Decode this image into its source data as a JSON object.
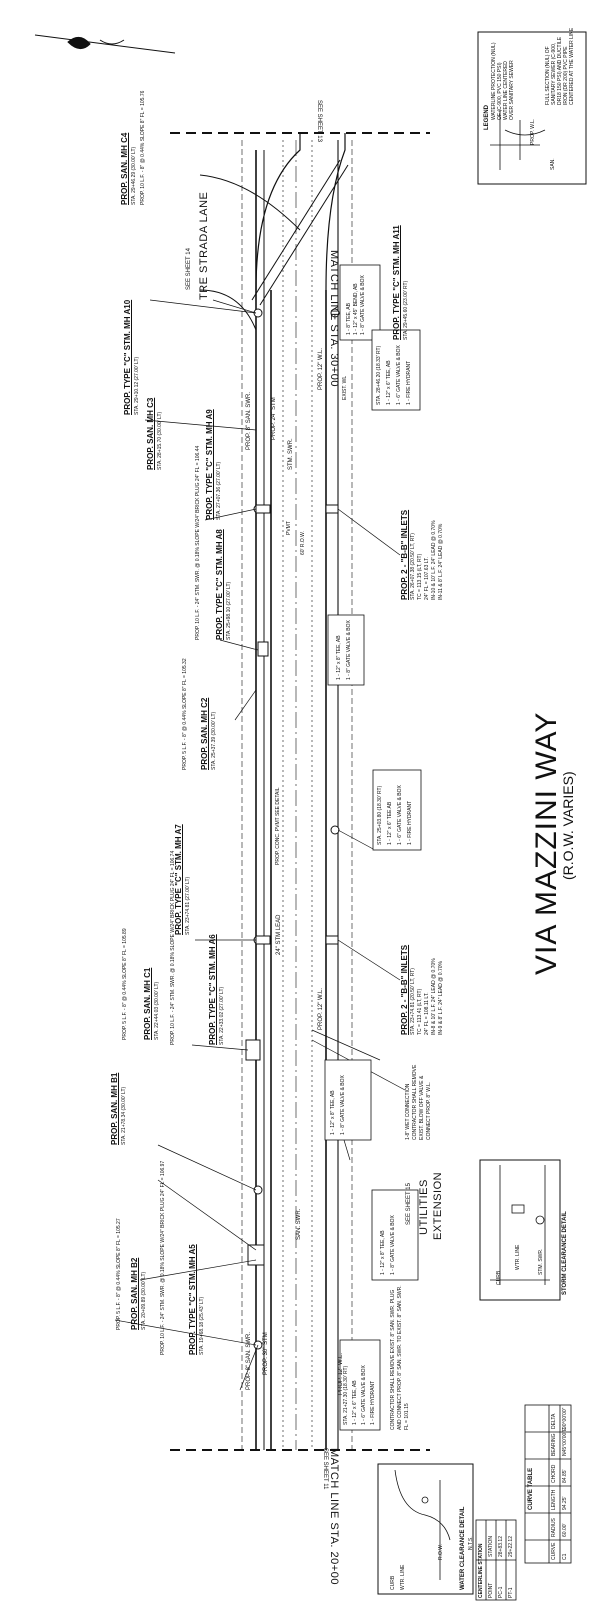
{
  "street": {
    "name": "VIA MAZZINI WAY",
    "row": "(R.O.W. VARIES)"
  },
  "side_street": {
    "name": "TRE STRADA LANE",
    "see_sheet": "SEE SHEET 14"
  },
  "match_lines": {
    "top": {
      "label": "MATCH LINE STA. 30+00",
      "see": "SEE SHEET 13"
    },
    "bottom": {
      "label": "MATCH LINE STA. 20+00",
      "see": "SEE SHEET 11"
    }
  },
  "see_sheet_15": {
    "line1": "SEE SHEET 15",
    "line2": "UTILITIES",
    "line3": "EXTENSION"
  },
  "callouts": [
    {
      "title": "PROP. SAN. MH C4",
      "sub": "STA. 29+46.29 (30.00' LT)",
      "note": "PROP. 10 L.F. - 8\" @ 0.44% SLOPE  8\" FL = 105.76"
    },
    {
      "title": "PROP. TYPE \"C\" STM. MH A10",
      "sub": "STA. 29+10.12 (27.00' LT)"
    },
    {
      "title": "PROP. SAN. MH C3",
      "sub": "STA. 28+15.70 (30.00' LT)"
    },
    {
      "title": "PROP. TYPE \"C\" STM. MH A9",
      "sub": "STA. 27+07.36 (27.00' LT)"
    },
    {
      "title": "PROP. TYPE \"C\" STM. MH A8",
      "sub": "STA. 25+98.10 (27.00' LT)",
      "note": "PROP. 10 L.F. - 24\" STM. SWR. @ 0.18% SLOPE W/24\" BRICK PLUG  24\" FL = 106.44"
    },
    {
      "title": "PROP. SAN. MH C2",
      "sub": "STA. 25+37.39 (30.00' LT)",
      "note": "PROP. 5 L.F. - 8\" @ 0.44% SLOPE  8\" FL = 105.32"
    },
    {
      "title": "PROP. TYPE \"C\" STM. MH A7",
      "sub": "STA. 23+74.81 (27.00' LT)"
    },
    {
      "title": "PROP. SAN. MH C1",
      "sub": "STA. 22+44.03 (30.00' LT)",
      "note": "PROP. 5 L.F. - 8\" @ 0.44% SLOPE  8\" FL = 105.89"
    },
    {
      "title": "PROP. TYPE \"C\" STM. MH A6",
      "sub": "STA. 22+33.02 (27.00' LT)",
      "note": "PROP. 10 L.F. - 24\" STM. SWR. @ 0.18% SLOPE W/24\" BRICK PLUG  24\" FL = 106.74"
    },
    {
      "title": "PROP. SAN. MH B1",
      "sub": "STA. 21+78.34 (30.00' LT)"
    },
    {
      "title": "PROP. SAN. MH B2",
      "sub": "STA. 20+09.89 (30.00' LT)",
      "note": "PROP. 5 L.F. - 8\" @ 0.44% SLOPE  8\" FL = 105.27"
    },
    {
      "title": "PROP. TYPE \"C\" STM. MH A5",
      "sub": "STA. 19+68.18 (25.43' LT)",
      "note": "PROP. 10 L.F. - 24\" STM. SWR. @ 0.18% SLOPE W/24\" BRICK PLUG  24\" FL = 106.97"
    },
    {
      "title": "PROP. TYPE \"C\" STM. MH A11",
      "sub": "STA. 29+45.60 (23.00' RT)"
    }
  ],
  "inlets": [
    {
      "title": "PROP. 2 - \"B-B\" INLETS",
      "sub": "STA. 26+07.38 (20.50' LT, RT)",
      "rows": [
        "TC = 113.15 (LT, RT)",
        "24\" FL = 107.63 LT.",
        "IN-10 & 10' L.F. 24\" LEAD @ 0.70%",
        "IN-11 & 8' L.F. 24\" LEAD @ 0.70%"
      ]
    },
    {
      "title": "PROP. 2 - \"B-B\" INLETS",
      "sub": "STA. 23+74.81 (20.50' LT, RT)",
      "rows": [
        "TC = 113.41 (LT, RT)",
        "24\" FL = 108.11 LT.",
        "IN-8 & 10' L.F. 24\" LEAD @ 0.70%",
        "IN-9 & 8' L.F. 24\" LEAD @ 0.70%"
      ]
    }
  ],
  "water_boxes": [
    {
      "rows": [
        "1 - 8\" TEE, AB",
        "1 - 12\" x 45\" BEND, AB",
        "1 - 8\" GATE VALVE & BOX"
      ]
    },
    {
      "rows": [
        "STA. 28+46.20 (18.33' RT)",
        "1 - 12\" x 6\" TEE, AB",
        "1 - 6\" GATE VALVE & BOX",
        "1 - FIRE HYDRANT"
      ]
    },
    {
      "rows": [
        "1 - 12\" x 8\" TEE, AB",
        "1 - 8\" GATE VALVE & BOX"
      ]
    },
    {
      "rows": [
        "STA. 25+03.80 (18.30' RT)",
        "1 - 12\" x 6\" TEE AB",
        "1 - 6\" GATE VALVE & BOX",
        "1 - FIRE HYDRANT"
      ]
    },
    {
      "rows": [
        "1 - 12\" x 8\" TEE, AB",
        "1 - 8\" GATE VALVE & BOX"
      ]
    },
    {
      "rows": [
        "1-8\" WET CONNECTION",
        "CONTRACTOR SHALL REMOVE",
        "EXIST. BLOW OFF VALVE &",
        "CONNECT PROP. 8\" W.L."
      ]
    },
    {
      "rows": [
        "STA. 21+27.30 (18.30' RT)",
        "1 - 12\" x 6\" TEE, AB",
        "1 - 6\" GATE VALVE & BOX",
        "1 - FIRE HYDRANT"
      ]
    },
    {
      "rows": [
        "1 - 12\" x 8\" TEE, AB",
        "1 - 8\" GATE VALVE & BOX"
      ]
    }
  ],
  "contractor_note": "CONTRACTOR SHALL REMOVE EXIST. 8\" SAN. SWR. PLUG AND CONNECT PROP. 8\" SAN. SWR. TO EXIST. 8\" SAN. SWR. FL = 101.15",
  "linework_labels": {
    "wl_12": "PROP. 12\" W.L.",
    "san_8": "PROP. 8\" SAN. SWR.",
    "stm_24": "PROP. 24\" STM",
    "stm_30": "PROP. 30\" STM",
    "san_swr": "SAN. SWR.",
    "stm_swr": "STM. SWR.",
    "row60": "60' R.O.W.",
    "pvmt": "PVMT",
    "lead": "24\" STM LEAD",
    "pvmt_note": "PROP. CONC. PVMT SEE DETAIL",
    "exist_wl": "EXIST. WL"
  },
  "legend": {
    "title": "LEGEND",
    "lines": [
      "WATERLINE PROTECTION (NUL)",
      "OF (C-900, PVC 150 PSI)",
      "WATER LINE CENTERED",
      "OVER SANITARY SEWER",
      "PROP. W.L.",
      "FULL SECTION (NUL) OF",
      "SANITARY SEWER (C-900,",
      "DR18 150 PSI) AND DUCTILE",
      "IRON (DR 200) PVC PIPE",
      "CENTERED AT THE WATER LINE",
      "SAN."
    ]
  },
  "storm_detail": {
    "title": "STORM CLEARANCE DETAIL",
    "curb": "CURB",
    "wtr": "WTR. LINE",
    "stm": "STM. SWR."
  },
  "water_detail": {
    "title": "WATER CLEARANCE DETAIL",
    "scale": "N.T.S.",
    "curb": "CURB",
    "wtr": "WTR. LINE",
    "row": "R.O.W."
  },
  "curve_table": {
    "title": "CURVE TABLE",
    "headers": [
      "CURVE",
      "RADIUS",
      "LENGTH",
      "CHORD",
      "BEARING",
      "DELTA"
    ],
    "rows": [
      [
        "C1",
        "60.00'",
        "94.25'",
        "84.85'",
        "N45°00'00\"E",
        "90°00'00\""
      ]
    ]
  },
  "centerline_table": {
    "title": "CENTERLINE STATION",
    "headers": [
      "POINT",
      "STATION"
    ],
    "rows": [
      [
        "PC-1",
        "28+83.12"
      ],
      [
        "PT-1",
        "29+22.12"
      ]
    ]
  }
}
